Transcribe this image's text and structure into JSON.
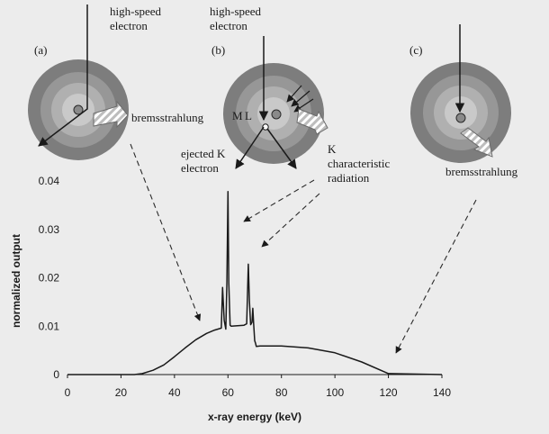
{
  "panels": {
    "a": {
      "tag": "(a)",
      "incoming": [
        "high-speed",
        "electron"
      ],
      "emission": "bremsstrahlung"
    },
    "b": {
      "tag": "(b)",
      "incoming": [
        "high-speed",
        "electron"
      ],
      "shell_m": "M",
      "shell_l": "L",
      "ejected": [
        "ejected K",
        "electron"
      ],
      "characteristic": [
        "K",
        "characteristic",
        "radiation"
      ]
    },
    "c": {
      "tag": "(c)",
      "emission": "bremsstrahlung"
    }
  },
  "colors": {
    "shell_outer": "#7d7d7d",
    "shell_2": "#979797",
    "shell_3": "#b0b0b0",
    "shell_inner": "#c9c9c9",
    "nucleus": "#8a8a8a",
    "curve": "#1a1a1a",
    "background": "#ececec"
  },
  "chart_data": {
    "type": "line",
    "xlabel": "x-ray energy (keV)",
    "ylabel": "normalized output",
    "xlim": [
      0,
      140
    ],
    "ylim": [
      0,
      0.04
    ],
    "xticks": [
      0,
      20,
      40,
      60,
      80,
      100,
      120,
      140
    ],
    "yticks": [
      0,
      0.01,
      0.02,
      0.03,
      0.04
    ],
    "ytick_labels": [
      "0",
      "0.01",
      "0.02",
      "0.03",
      "0.04"
    ],
    "grid": false,
    "series": [
      {
        "x": [
          0,
          25,
          28,
          32,
          36,
          40,
          44,
          48,
          52,
          55,
          57.5,
          58,
          58.6,
          59.2,
          59.6,
          60,
          60.3,
          60.8,
          61.2,
          66,
          67,
          67.6,
          68,
          68.5,
          69,
          69.3,
          69.6,
          70,
          70.3,
          70.6,
          72,
          80,
          90,
          100,
          110,
          120,
          140
        ],
        "y": [
          0,
          0,
          0.0002,
          0.0009,
          0.002,
          0.0037,
          0.0055,
          0.0072,
          0.0085,
          0.0092,
          0.0096,
          0.018,
          0.0112,
          0.0094,
          0.019,
          0.0378,
          0.019,
          0.0102,
          0.01,
          0.0102,
          0.0105,
          0.0228,
          0.0153,
          0.0103,
          0.0108,
          0.0137,
          0.0106,
          0.007,
          0.0065,
          0.0058,
          0.0059,
          0.0059,
          0.0055,
          0.0045,
          0.0026,
          0.0002,
          0
        ]
      }
    ]
  }
}
